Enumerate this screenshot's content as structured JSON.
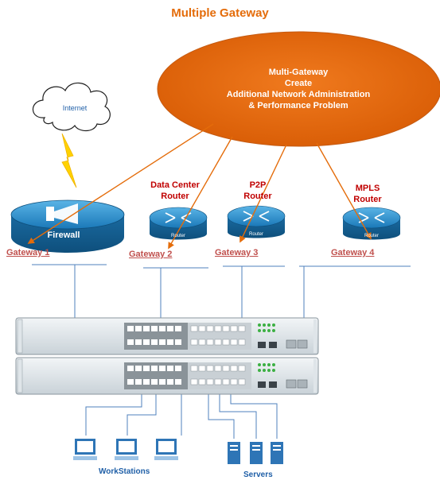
{
  "title": "Multiple Gateway",
  "problem": {
    "lines": [
      "Multi-Gateway",
      "Create",
      "Additional Network Administration",
      "& Performance Problem"
    ]
  },
  "internet": {
    "label": "Internet"
  },
  "firewall": {
    "label": "Firewall"
  },
  "routers": [
    {
      "name_line1": "Data Center",
      "name_line2": "Router",
      "icon_label": "Router",
      "color": "#c00000"
    },
    {
      "name_line1": "P2P",
      "name_line2": "Router",
      "icon_label": "Router",
      "color": "#c00000"
    },
    {
      "name_line1": "MPLS",
      "name_line2": "Router",
      "icon_label": "Router",
      "color": "#c00000"
    }
  ],
  "gateways": [
    "Gateway 1",
    "Gateway 2",
    "Gateway 3",
    "Gateway 4"
  ],
  "groups": {
    "workstations": "WorkStations",
    "servers": "Servers"
  },
  "colors": {
    "title": "#e46c0a",
    "ellipse": "#e46c0a",
    "gateway_text": "#c0504d",
    "device_blue": "#1f78b4",
    "link_line": "#4f81bd"
  }
}
